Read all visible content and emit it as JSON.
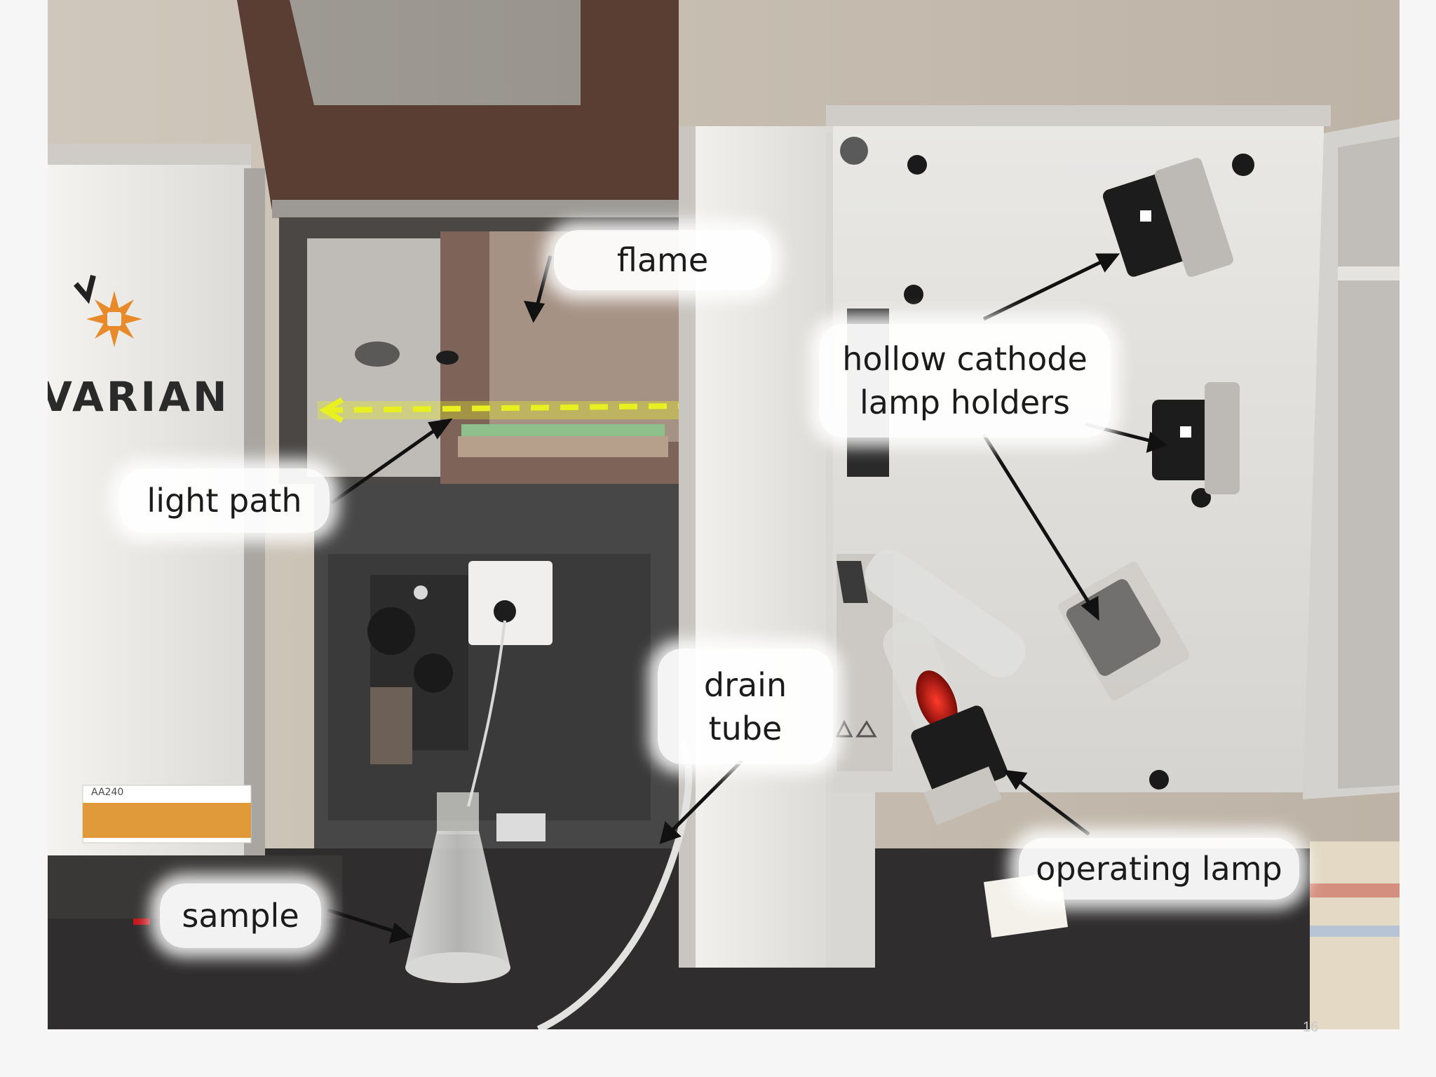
{
  "brand": {
    "logo": "VARIAN",
    "model": "AA240"
  },
  "labels": {
    "flame": "flame",
    "hollow_cathode": "hollow cathode\nlamp holders",
    "light_path": "light path",
    "drain_tube": "drain\ntube",
    "operating_lamp": "operating lamp",
    "sample": "sample"
  },
  "slide_number": "16",
  "colors": {
    "light_path": "#e8f020",
    "instrument_body": "#e6e4e0",
    "logo_accent": "#e88a2a",
    "lamp_glow": "#d81e1e"
  }
}
